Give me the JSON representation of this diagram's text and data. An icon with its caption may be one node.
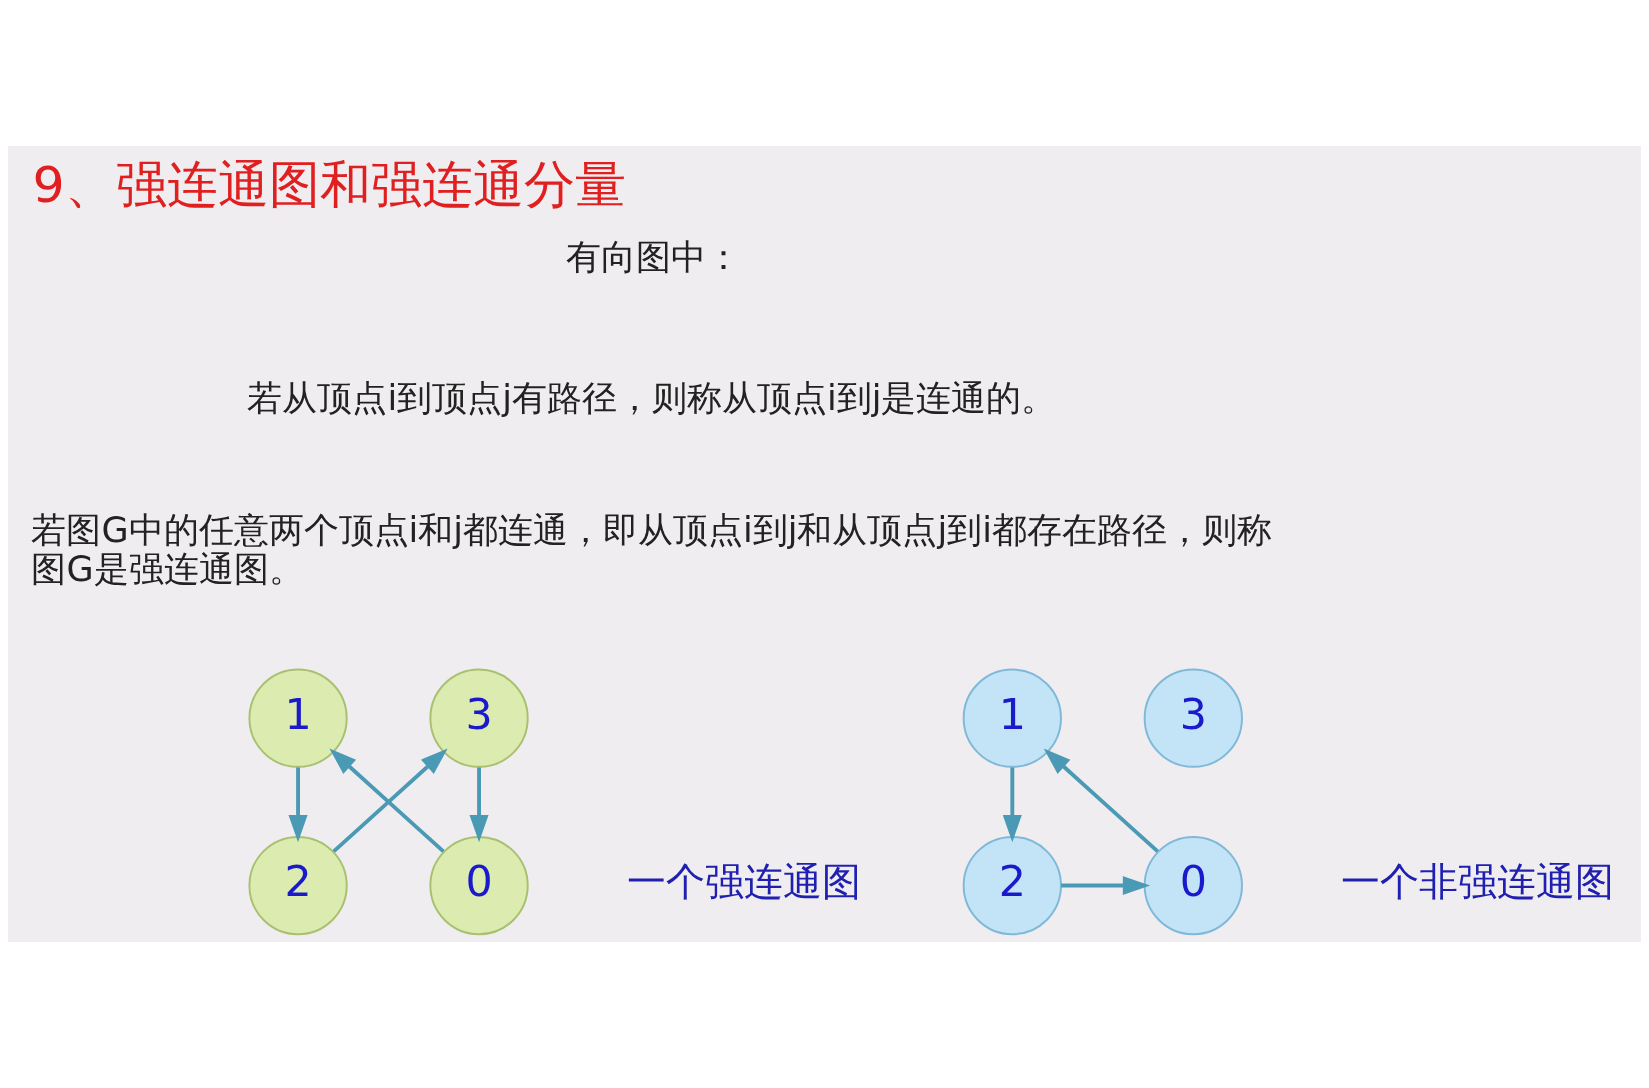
{
  "diagram": {
    "title": "9、强连通图和强连通分量",
    "nodes": [
      {
        "text": [
          "1"
        ]
      },
      {
        "text": [
          "2"
        ]
      },
      {
        "text": [
          "0"
        ]
      },
      {
        "text": [
          "3"
        ]
      },
      {
        "text": [
          "1"
        ]
      },
      {
        "text": [
          "2"
        ]
      },
      {
        "text": [
          "0"
        ]
      },
      {
        "text": [
          "3"
        ]
      }
    ],
    "edges": [
      {
        "from": 0,
        "to": 1,
        "arrow": "to"
      },
      {
        "from": 1,
        "to": 3,
        "arrow": "to"
      },
      {
        "from": 3,
        "to": 2,
        "arrow": "to"
      },
      {
        "from": 2,
        "to": 0,
        "arrow": "to"
      },
      {
        "from": 4,
        "to": 5,
        "arrow": "to"
      },
      {
        "from": 5,
        "to": 6,
        "arrow": "to"
      },
      {
        "from": 6,
        "to": 4,
        "arrow": "to"
      }
    ],
    "labels": [
      "有向图中：",
      "若从顶点i到顶点j有路径，则称从顶点i到j是连通的。",
      "若图G中的任意两个顶点i和j都连通，即从顶点i到j和从顶点j到i都存在路径，则称图G是强连通图。",
      "一个强连通图",
      "一个非强连通图"
    ]
  }
}
